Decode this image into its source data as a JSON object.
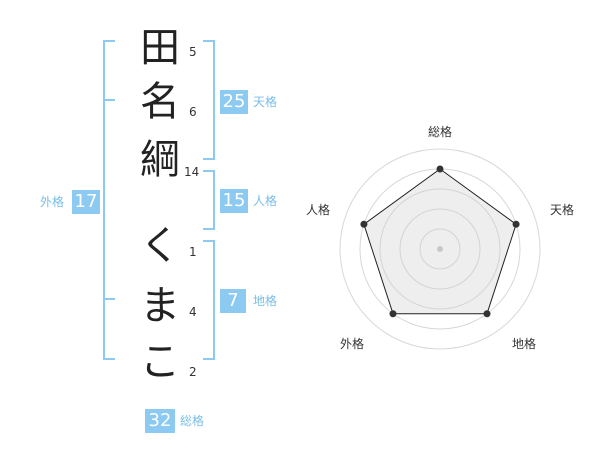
{
  "name_chars": [
    {
      "char": "田",
      "strokes": "5"
    },
    {
      "char": "名",
      "strokes": "6"
    },
    {
      "char": "綱",
      "strokes": "14"
    },
    {
      "char": "く",
      "strokes": "1"
    },
    {
      "char": "ま",
      "strokes": "4"
    },
    {
      "char": "こ",
      "strokes": "2"
    }
  ],
  "kakusu": {
    "tenkaku": {
      "value": "25",
      "label": "天格"
    },
    "jinkaku": {
      "value": "15",
      "label": "人格"
    },
    "chikaku": {
      "value": "7",
      "label": "地格"
    },
    "gaikaku": {
      "value": "17",
      "label": "外格"
    },
    "soukaku": {
      "value": "32",
      "label": "総格"
    }
  },
  "radar": {
    "axes": [
      "総格",
      "天格",
      "地格",
      "外格",
      "人格"
    ],
    "values": [
      0.8,
      0.8,
      0.8,
      0.8,
      0.8
    ],
    "max": 1
  }
}
